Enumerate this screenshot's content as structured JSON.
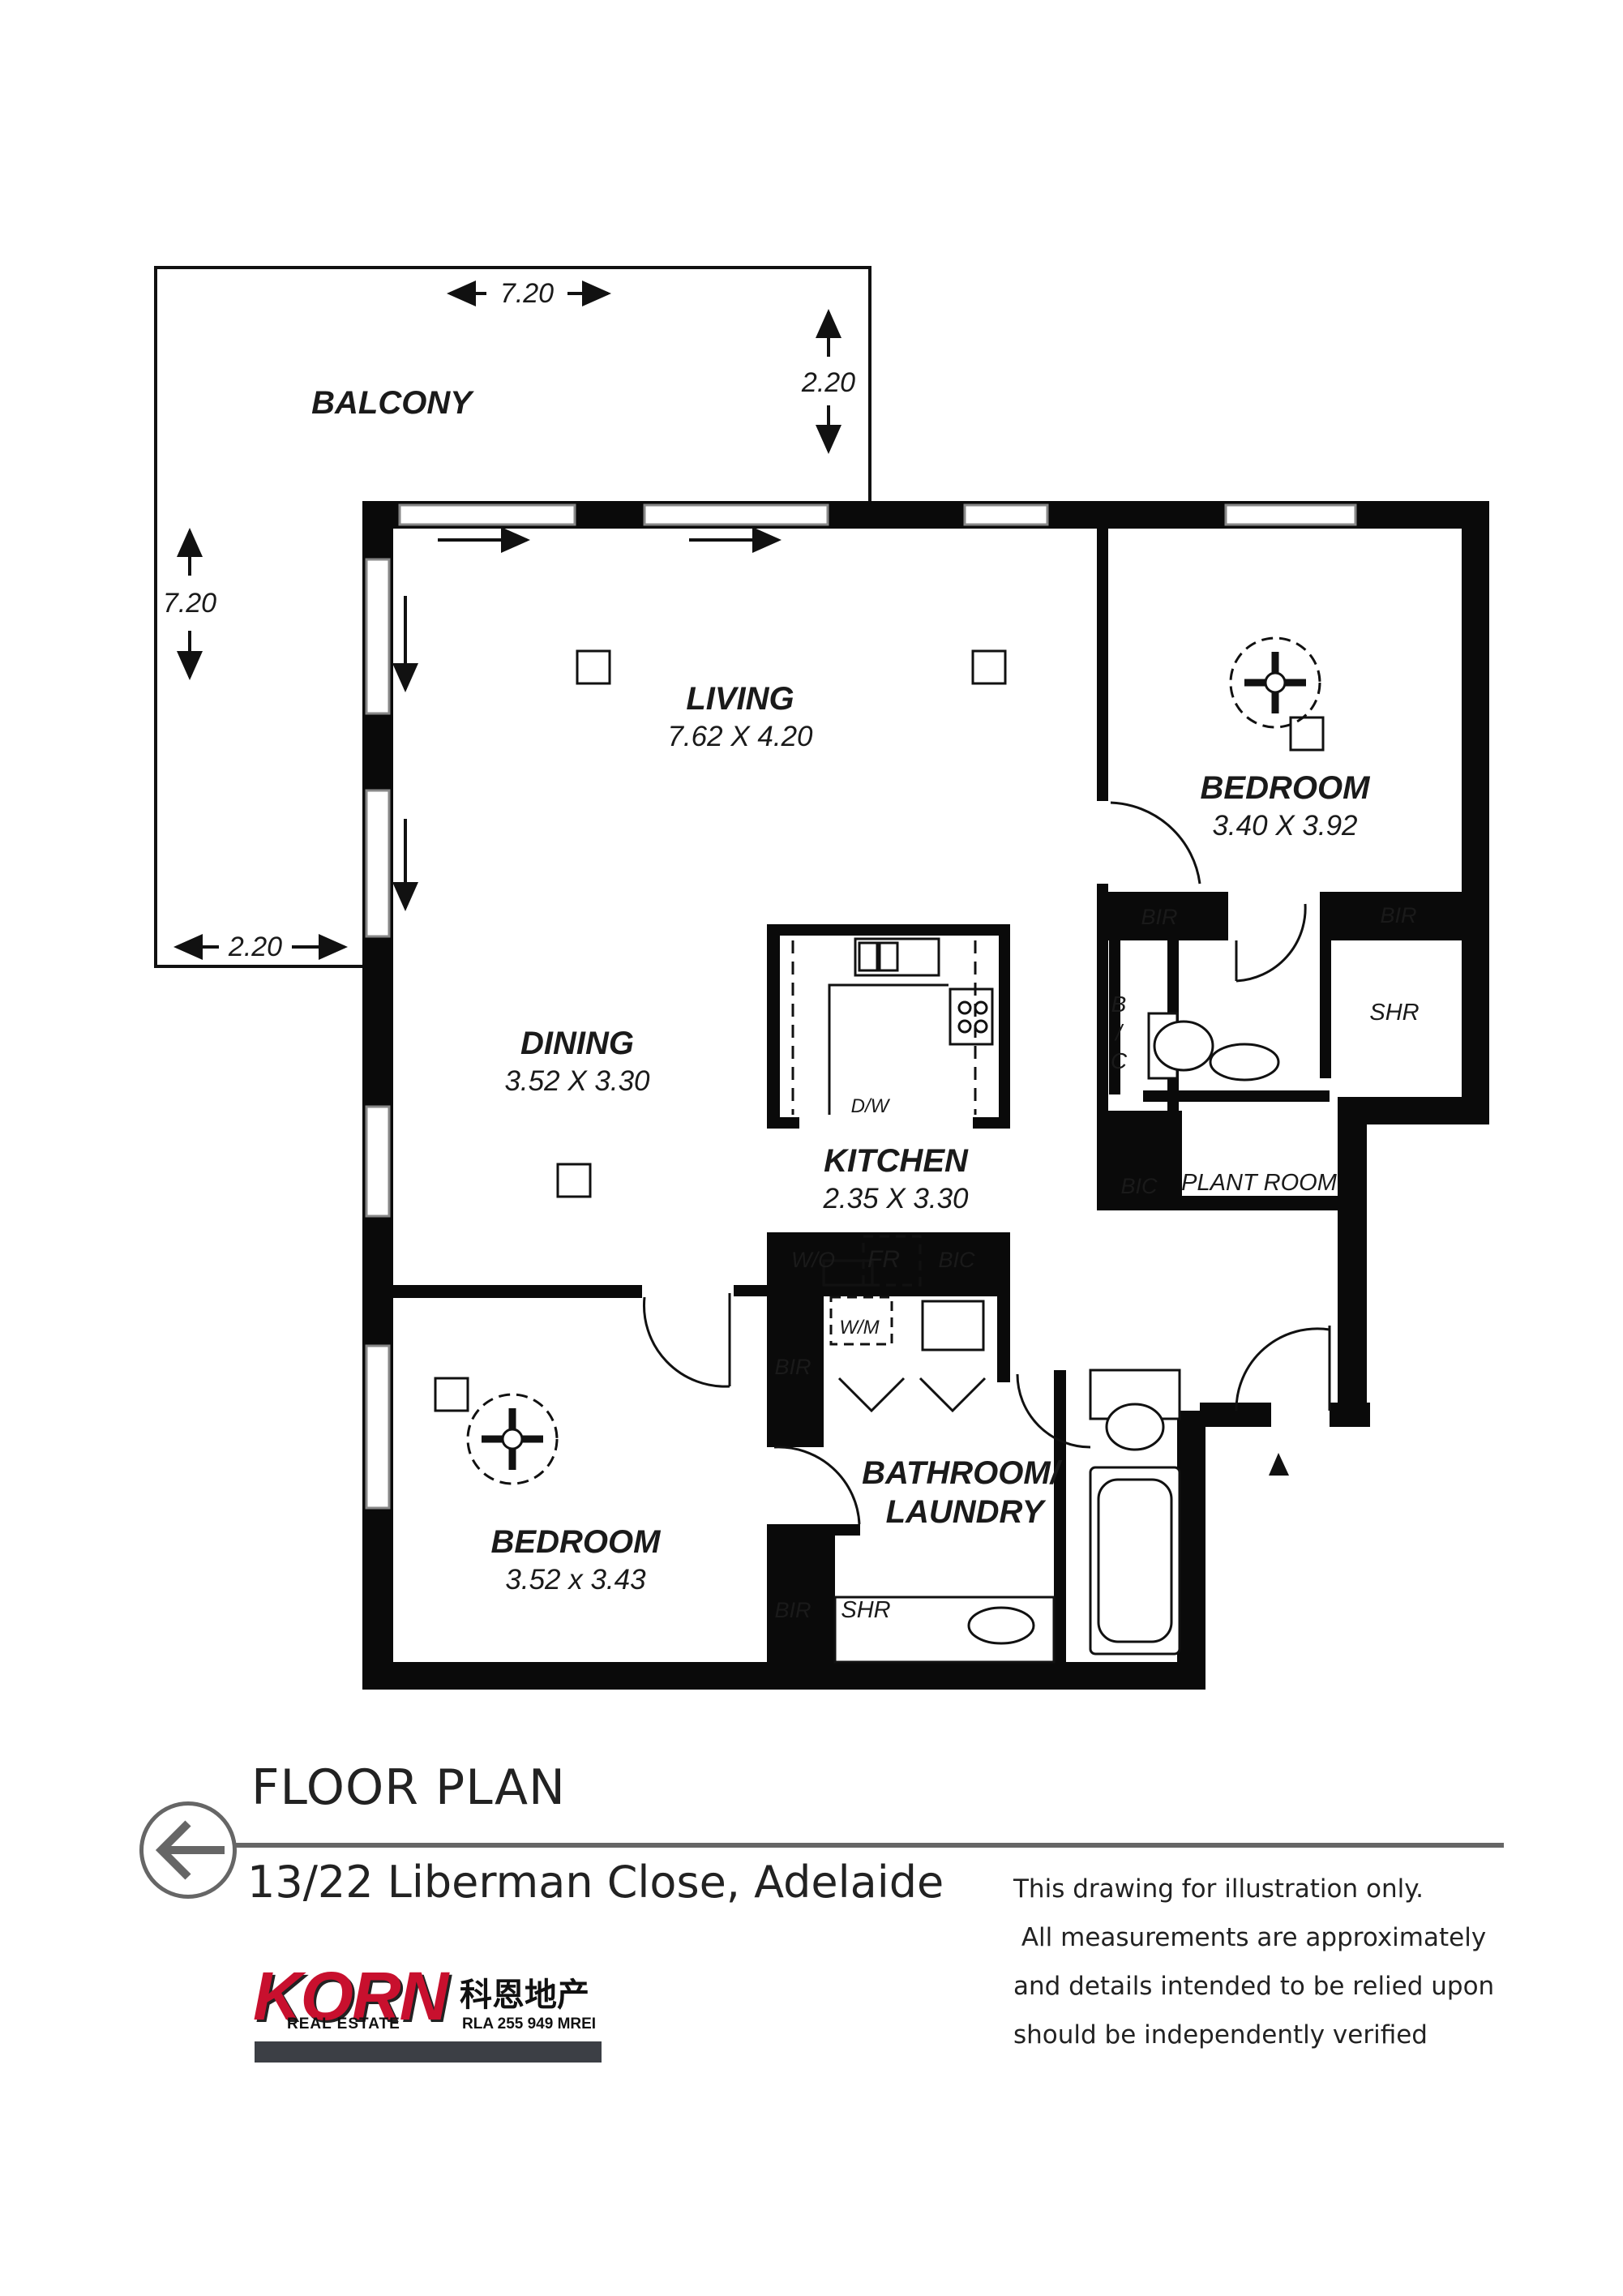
{
  "rooms": {
    "balcony": {
      "name": "BALCONY"
    },
    "living": {
      "name": "LIVING",
      "size": "7.62 X 4.20"
    },
    "bedroom1": {
      "name": "BEDROOM",
      "size": "3.40 X 3.92"
    },
    "dining": {
      "name": "DINING",
      "size": "3.52 X 3.30"
    },
    "kitchen": {
      "name": "KITCHEN",
      "size": "2.35 X 3.30"
    },
    "bedroom2": {
      "name": "BEDROOM",
      "size": "3.52 x 3.43"
    },
    "bathroom": {
      "name_line1": "BATHROOM/",
      "name_line2": "LAUNDRY"
    }
  },
  "dimensions": {
    "balcony_width": "7.20",
    "balcony_depth": "2.20",
    "balcony_side_length": "7.20",
    "balcony_side_depth": "2.20"
  },
  "fixtures": {
    "bir": "BIR",
    "shr": "SHR",
    "bic_vertical": [
      "B",
      "/",
      "C"
    ],
    "bic": "BIC",
    "plant_room": "PLANT ROOM",
    "dw": "D/W",
    "wo": "W/O",
    "fr": "FR",
    "wm": "W/M"
  },
  "footer": {
    "title": "FLOOR PLAN",
    "address": "13/22 Liberman Close, Adelaide",
    "disclaimer": [
      "This drawing for illustration only.",
      " All measurements are approximately",
      "and details intended to be relied upon",
      "should be independently verified"
    ]
  },
  "logo": {
    "brand": "KORN",
    "chinese": "科恩地产",
    "sub": "REAL ESTATE",
    "rla": "RLA 255 949 MREI"
  },
  "colors": {
    "wall": "#0a0a0a",
    "brand_red": "#c8102e",
    "rule": "#666666",
    "logo_bar": "#3c3f45"
  }
}
